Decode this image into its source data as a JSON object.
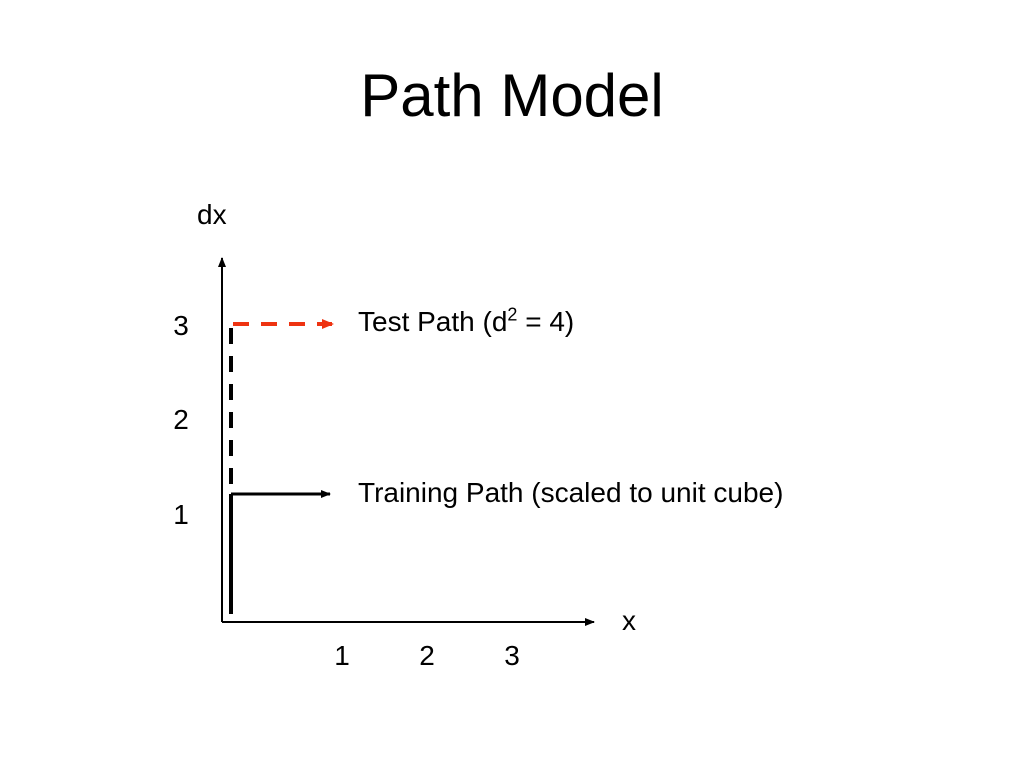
{
  "slide": {
    "title": "Path Model"
  },
  "axes": {
    "x_label": "x",
    "y_label": "dx",
    "x_ticks": [
      "1",
      "2",
      "3"
    ],
    "y_ticks": [
      "3",
      "2",
      "1"
    ]
  },
  "paths": {
    "test": {
      "label_prefix": "Test Path (d",
      "label_sup": "2",
      "label_suffix": " = 4)",
      "arrow_color": "#ee3311",
      "stem_color": "#000000"
    },
    "training": {
      "label": "Training Path (scaled to unit cube)",
      "color": "#000000"
    }
  }
}
